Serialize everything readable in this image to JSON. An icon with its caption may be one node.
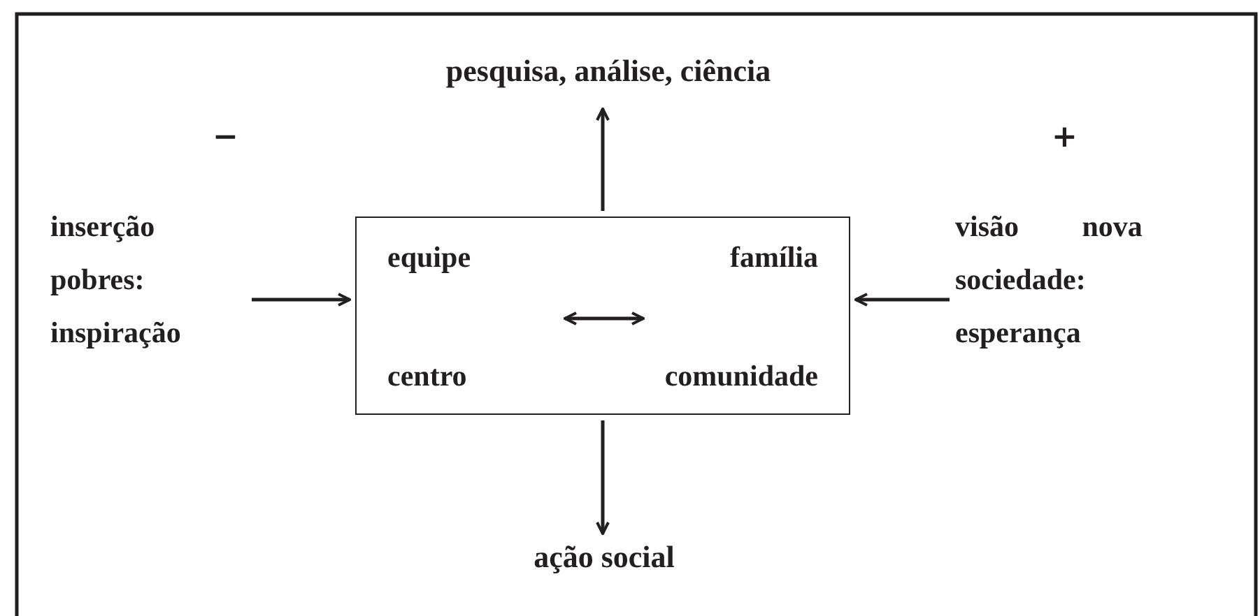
{
  "diagram": {
    "nodes": [
      {
        "text": [
          "pesquisa, análise, ciência"
        ]
      },
      {
        "text": [
          "inserção pobres: inspiração"
        ]
      },
      {
        "text": [
          "equipe",
          "família",
          "centro",
          "comunidade"
        ]
      },
      {
        "text": [
          "visão nova sociedade: esperança"
        ]
      },
      {
        "text": [
          "ação social"
        ]
      }
    ],
    "edges": [
      {
        "from": 2,
        "to": 0,
        "arrow": "to"
      },
      {
        "from": 1,
        "to": 2,
        "arrow": "to"
      },
      {
        "from": 3,
        "to": 2,
        "arrow": "to"
      },
      {
        "from": 2,
        "to": 4,
        "arrow": "to"
      }
    ],
    "labels": [
      "−",
      "+"
    ]
  }
}
